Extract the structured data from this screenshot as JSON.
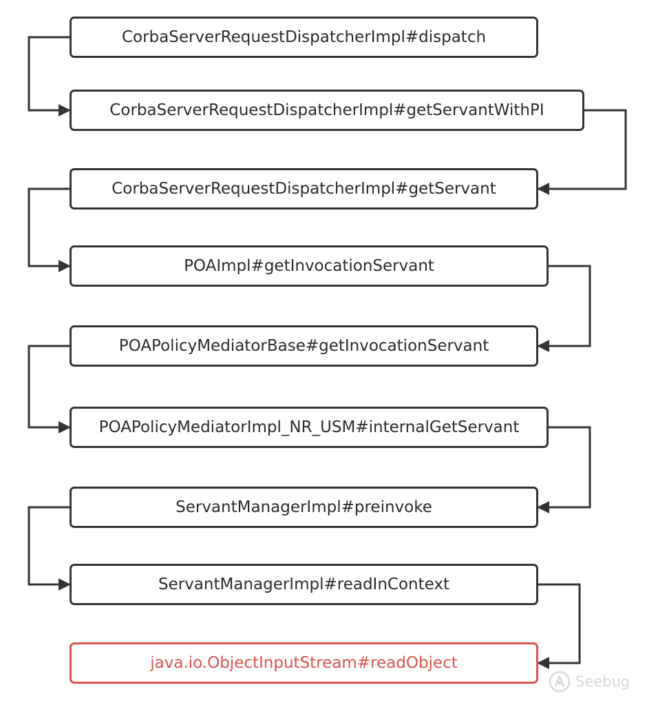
{
  "diagram": {
    "nodes": [
      {
        "id": "n1",
        "label": "CorbaServerRequestDispatcherImpl#dispatch"
      },
      {
        "id": "n2",
        "label": "CorbaServerRequestDispatcherImpl#getServantWithPI"
      },
      {
        "id": "n3",
        "label": "CorbaServerRequestDispatcherImpl#getServant"
      },
      {
        "id": "n4",
        "label": "POAImpl#getInvocationServant"
      },
      {
        "id": "n5",
        "label": "POAPolicyMediatorBase#getInvocationServant"
      },
      {
        "id": "n6",
        "label": "POAPolicyMediatorImpl_NR_USM#internalGetServant"
      },
      {
        "id": "n7",
        "label": "ServantManagerImpl#preinvoke"
      },
      {
        "id": "n8",
        "label": "ServantManagerImpl#readInContext"
      },
      {
        "id": "n9",
        "label": "java.io.ObjectInputStream#readObject"
      }
    ],
    "edges": [
      {
        "from": "n1",
        "to": "n2"
      },
      {
        "from": "n2",
        "to": "n3"
      },
      {
        "from": "n3",
        "to": "n4"
      },
      {
        "from": "n4",
        "to": "n5"
      },
      {
        "from": "n5",
        "to": "n6"
      },
      {
        "from": "n6",
        "to": "n7"
      },
      {
        "from": "n7",
        "to": "n8"
      },
      {
        "from": "n8",
        "to": "n9"
      }
    ],
    "highlight_node": "n9",
    "colors": {
      "border": "#333333",
      "text": "#2b2b2b",
      "highlight": "#d9534f",
      "connector": "#333333",
      "watermark": "#d8d8d8"
    }
  },
  "watermark": {
    "text": "Seebug",
    "icon": "seebug-logo-icon"
  }
}
